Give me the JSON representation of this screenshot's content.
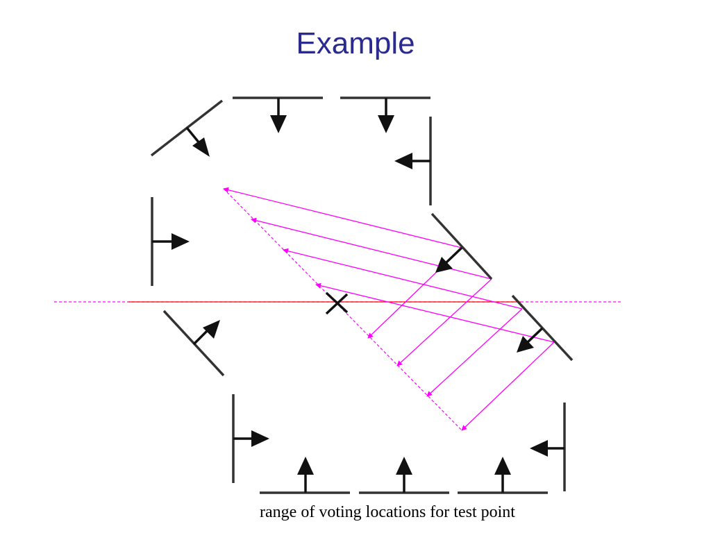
{
  "slide": {
    "title": "Example",
    "caption": "range of voting locations for test point"
  },
  "colors": {
    "title": "#2b2b8f",
    "edge": "#333333",
    "normal_arrow": "#111111",
    "vote_ray": "#ff00ff",
    "reference_line": "#ff0000"
  },
  "icons": {
    "test_point": "x-cross-marker",
    "edge_normal": "arrow-icon"
  }
}
